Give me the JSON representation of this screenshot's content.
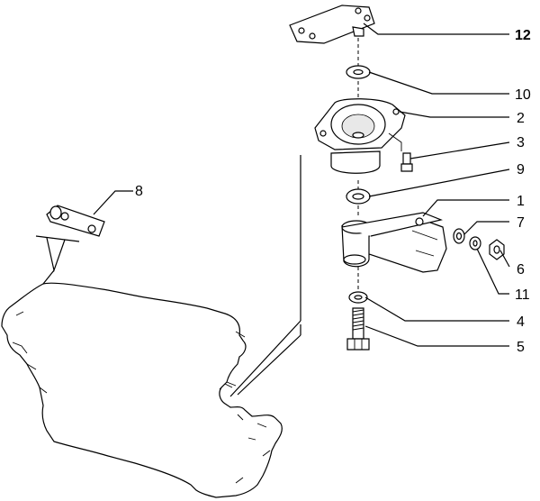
{
  "diagram": {
    "callouts": [
      {
        "id": "12",
        "text": "12"
      },
      {
        "id": "10",
        "text": "10"
      },
      {
        "id": "2",
        "text": "2"
      },
      {
        "id": "3",
        "text": "3"
      },
      {
        "id": "9",
        "text": "9"
      },
      {
        "id": "1",
        "text": "1"
      },
      {
        "id": "7",
        "text": "7"
      },
      {
        "id": "6",
        "text": "6"
      },
      {
        "id": "11",
        "text": "11"
      },
      {
        "id": "4",
        "text": "4"
      },
      {
        "id": "5",
        "text": "5"
      },
      {
        "id": "8",
        "text": "8"
      }
    ]
  }
}
